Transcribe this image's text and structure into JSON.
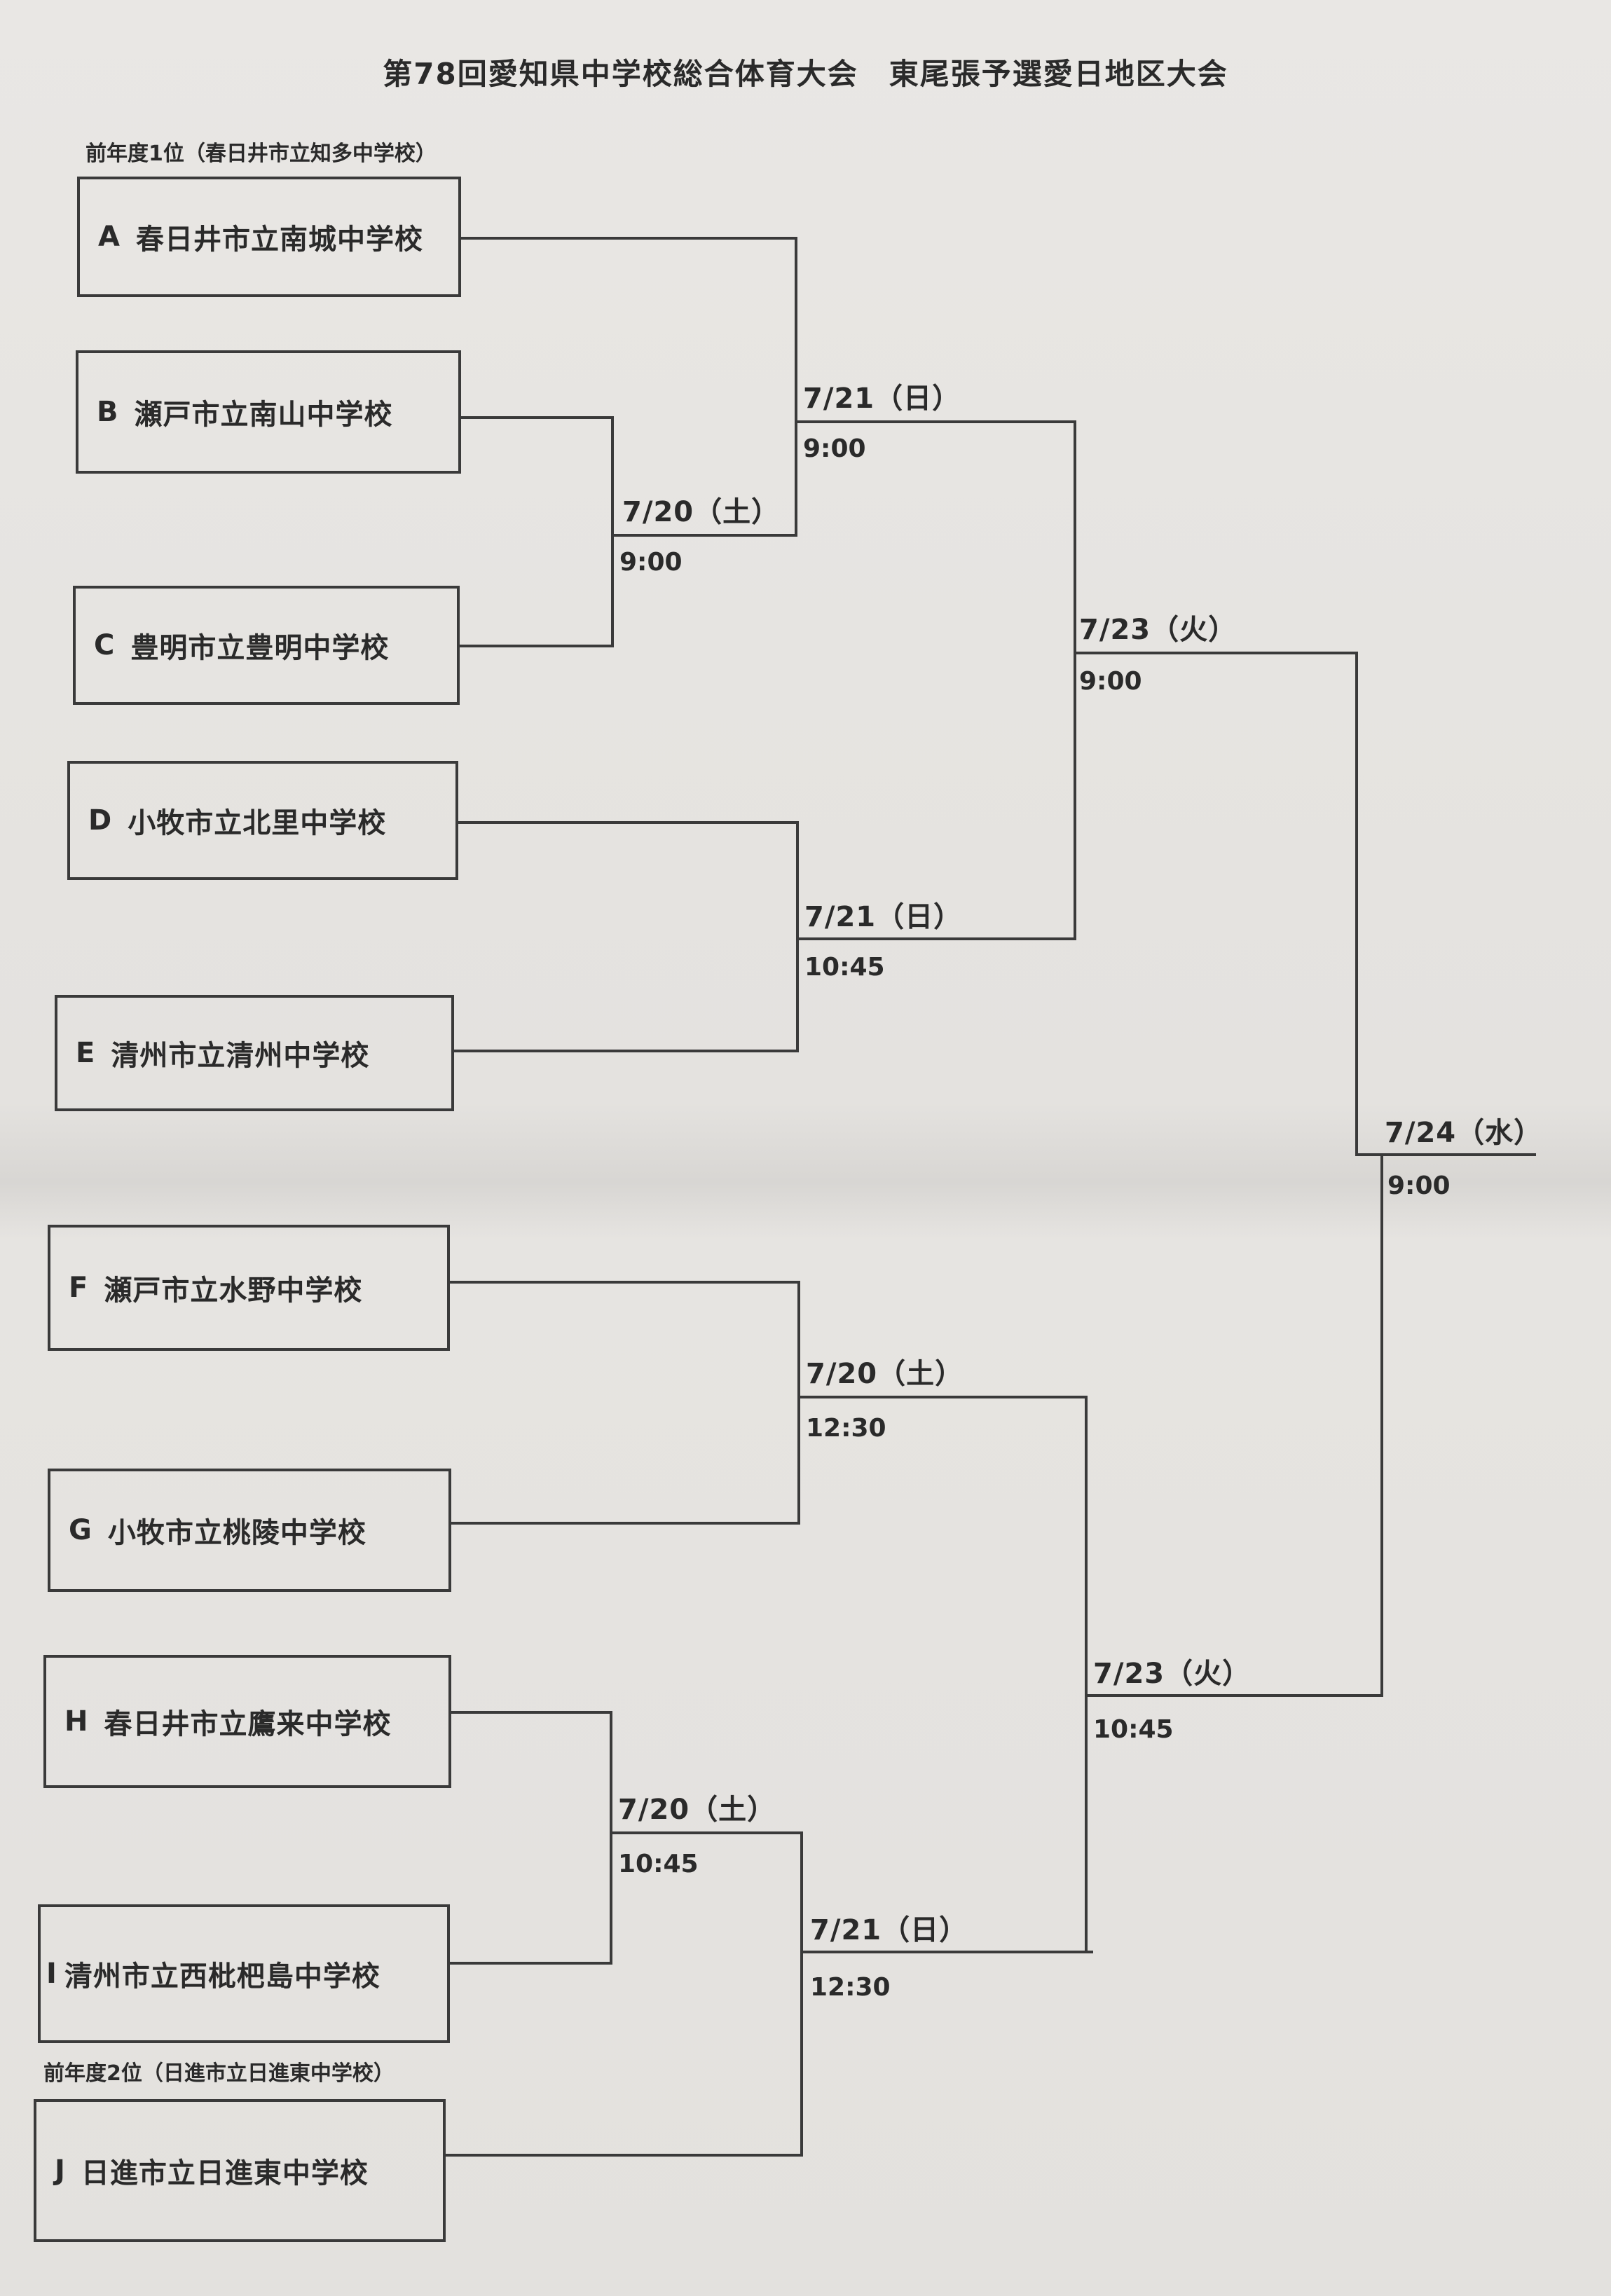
{
  "title": "第78回愛知県中学校総合体育大会　東尾張予選愛日地区大会",
  "notes": {
    "seed1": "前年度1位（春日井市立知多中学校）",
    "seed2": "前年度2位（日進市立日進東中学校）"
  },
  "teams": [
    {
      "code": "A",
      "name": "春日井市立南城中学校"
    },
    {
      "code": "B",
      "name": "瀬戸市立南山中学校"
    },
    {
      "code": "C",
      "name": "豊明市立豊明中学校"
    },
    {
      "code": "D",
      "name": "小牧市立北里中学校"
    },
    {
      "code": "E",
      "name": "清州市立清州中学校"
    },
    {
      "code": "F",
      "name": "瀬戸市立水野中学校"
    },
    {
      "code": "G",
      "name": "小牧市立桃陵中学校"
    },
    {
      "code": "H",
      "name": "春日井市立鷹来中学校"
    },
    {
      "code": "I",
      "name": "清州市立西枇杷島中学校"
    },
    {
      "code": "J",
      "name": "日進市立日進東中学校"
    }
  ],
  "matches": [
    {
      "date": "7/20（土）",
      "time": "9:00"
    },
    {
      "date": "7/21（日）",
      "time": "9:00"
    },
    {
      "date": "7/21（日）",
      "time": "10:45"
    },
    {
      "date": "7/23（火）",
      "time": "9:00"
    },
    {
      "date": "7/20（土）",
      "time": "12:30"
    },
    {
      "date": "7/20（土）",
      "time": "10:45"
    },
    {
      "date": "7/21（日）",
      "time": "12:30"
    },
    {
      "date": "7/23（火）",
      "time": "10:45"
    },
    {
      "date": "7/24（水）",
      "time": "9:00"
    }
  ]
}
